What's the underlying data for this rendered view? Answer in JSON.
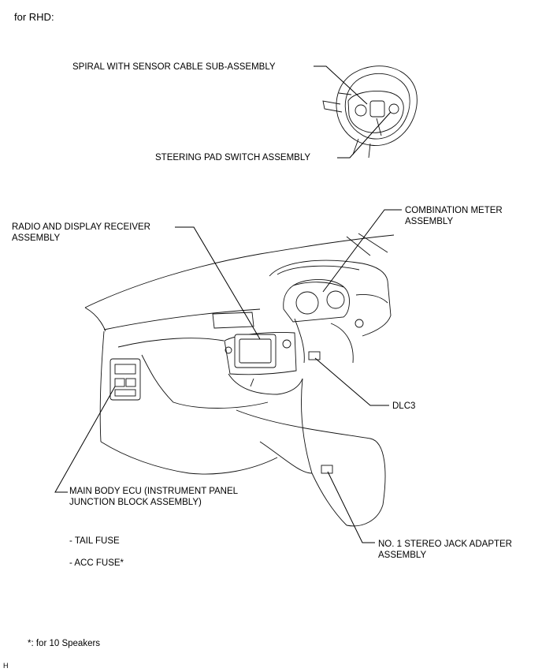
{
  "header": "for RHD:",
  "labels": {
    "spiral": "SPIRAL WITH SENSOR CABLE SUB-ASSEMBLY",
    "steering_pad": "STEERING PAD SWITCH ASSEMBLY",
    "radio_1": "RADIO AND DISPLAY RECEIVER",
    "radio_2": "ASSEMBLY",
    "meter_1": "COMBINATION METER",
    "meter_2": "ASSEMBLY",
    "dlc3": "DLC3",
    "ecu_1": "MAIN BODY ECU (INSTRUMENT PANEL",
    "ecu_2": "JUNCTION BLOCK ASSEMBLY)",
    "tail_fuse": "- TAIL FUSE",
    "acc_fuse": "- ACC FUSE*",
    "jack_1": "NO. 1 STEREO JACK ADAPTER",
    "jack_2": "ASSEMBLY"
  },
  "footnote": "*: for 10 Speakers",
  "corner_mark": "H"
}
